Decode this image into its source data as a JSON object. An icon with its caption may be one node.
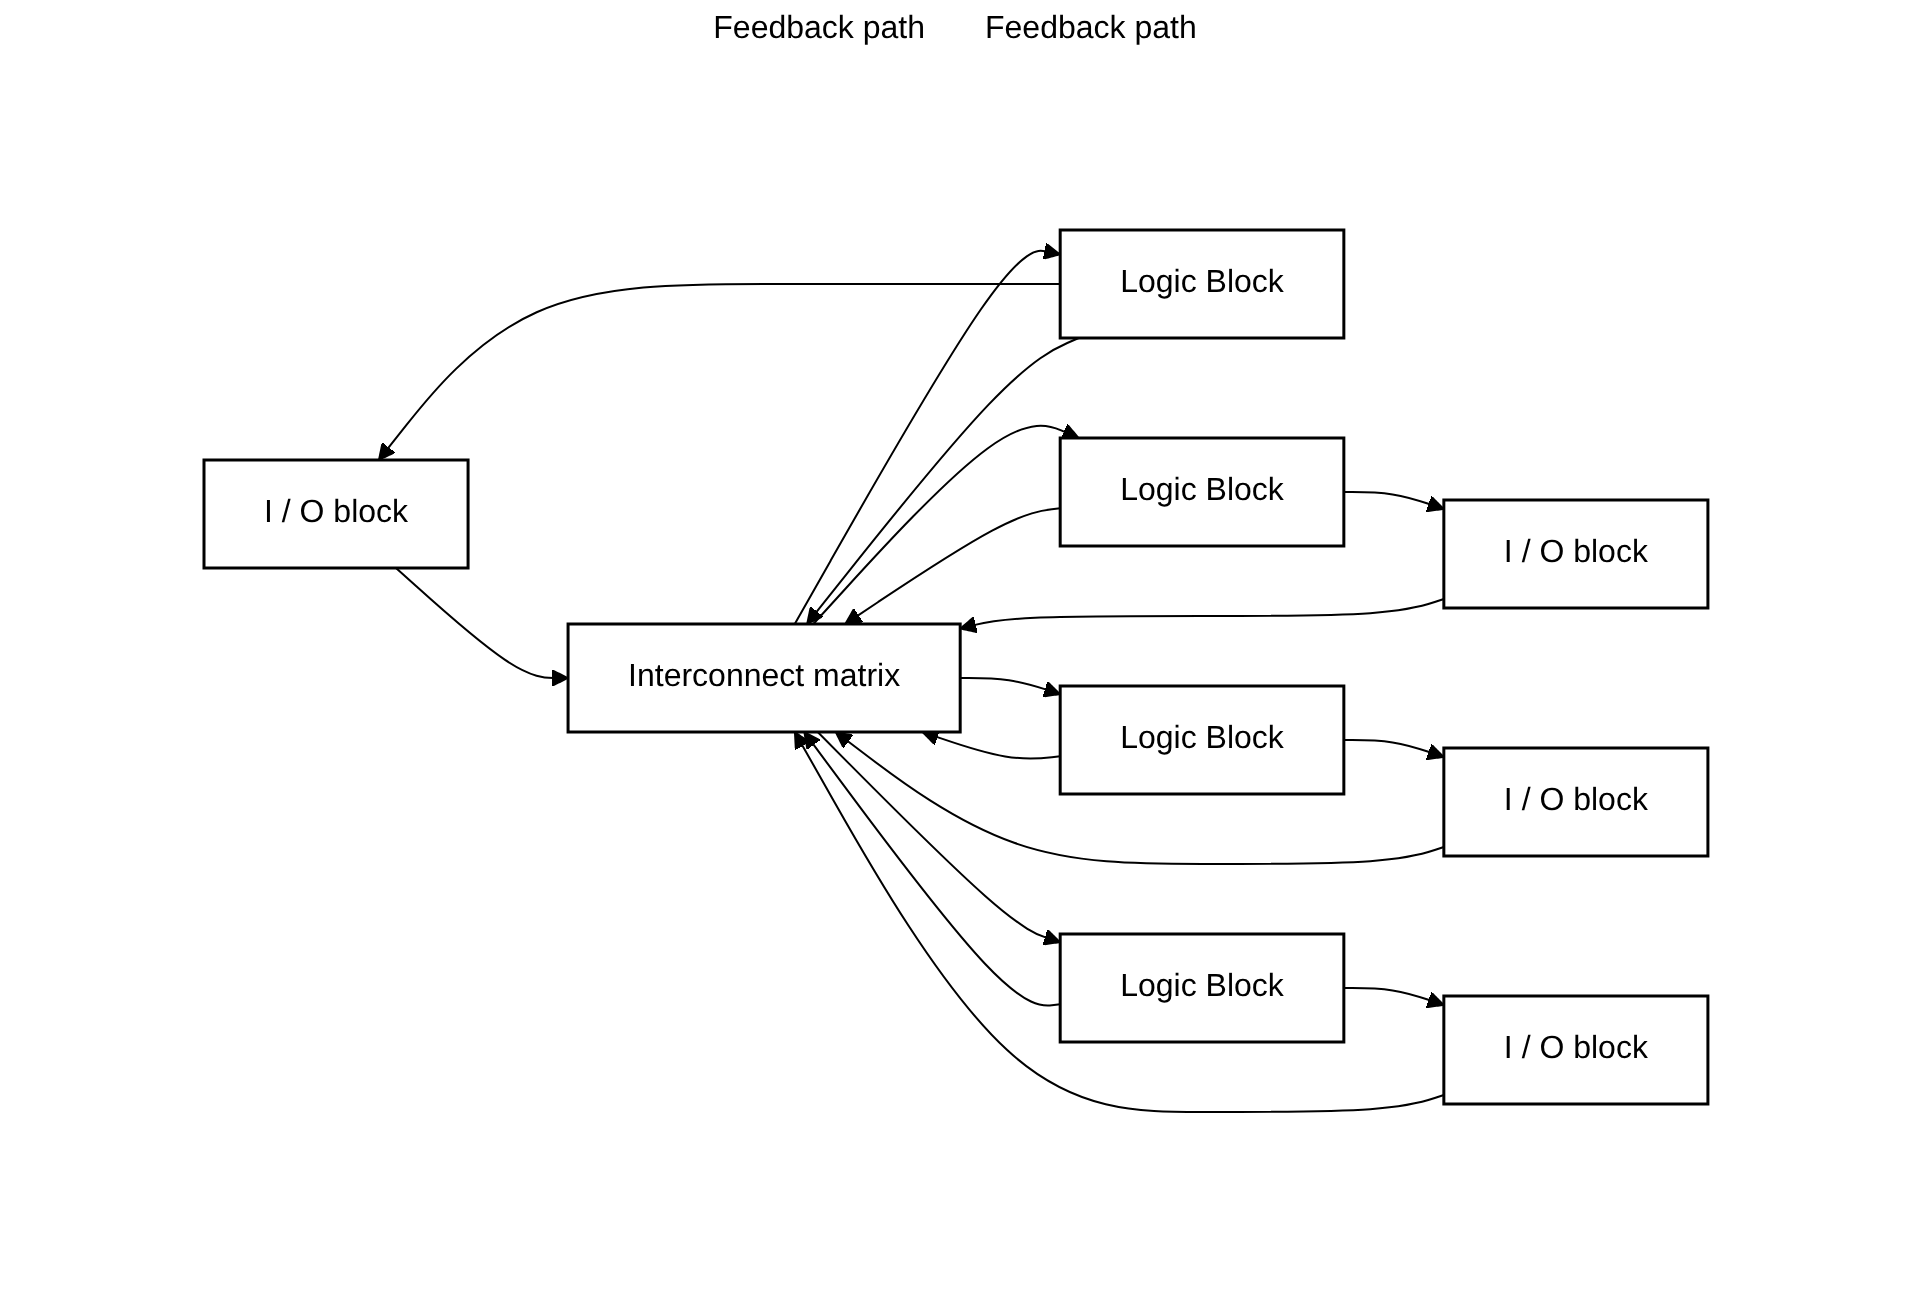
{
  "diagram": {
    "nodes": [
      {
        "text": [
          "I / O block"
        ]
      },
      {
        "text": [
          "Logic Block"
        ]
      },
      {
        "text": [
          "Interconnect matrix"
        ]
      },
      {
        "text": [
          "Logic Block"
        ]
      },
      {
        "text": [
          "I / O block"
        ]
      },
      {
        "text": [
          "I / O block"
        ]
      },
      {
        "text": [
          "Logic Block"
        ]
      },
      {
        "text": [
          "Logic Block"
        ]
      },
      {
        "text": [
          "I / O block"
        ]
      }
    ],
    "edges": [
      {
        "from": 0,
        "to": 2,
        "arrow": "to"
      },
      {
        "from": 4,
        "to": 2,
        "arrow": "to"
      },
      {
        "from": 2,
        "to": 1,
        "arrow": "to"
      },
      {
        "from": 1,
        "to": 0,
        "arrow": "to"
      },
      {
        "from": 2,
        "to": 3,
        "arrow": "to"
      },
      {
        "from": 3,
        "to": 4,
        "arrow": "to"
      },
      {
        "from": 1,
        "to": 2,
        "arrow": "to"
      },
      {
        "from": 3,
        "to": 2,
        "arrow": "to"
      },
      {
        "from": 6,
        "to": 2,
        "arrow": "to"
      },
      {
        "from": 7,
        "to": 2,
        "arrow": "to"
      },
      {
        "from": 2,
        "to": 6,
        "arrow": "to"
      },
      {
        "from": 6,
        "to": 5,
        "arrow": "to"
      },
      {
        "from": 2,
        "to": 7,
        "arrow": "to"
      },
      {
        "from": 7,
        "to": 8,
        "arrow": "to"
      },
      {
        "from": 5,
        "to": 2,
        "arrow": "to"
      },
      {
        "from": 8,
        "to": 2,
        "arrow": "to"
      }
    ],
    "labels": [
      "Feedback path",
      "Feedback path"
    ]
  }
}
